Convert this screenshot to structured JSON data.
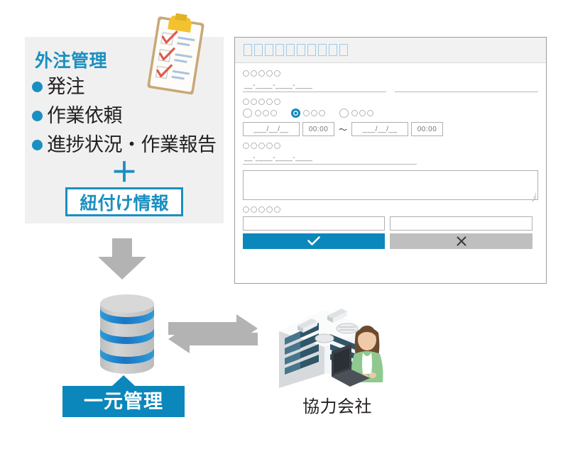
{
  "feature_panel": {
    "title": "外注管理",
    "items": [
      {
        "label": "発注",
        "bullet_icon": "bullet-dot-icon"
      },
      {
        "label": "作業依頼",
        "bullet_icon": "bullet-dot-icon"
      },
      {
        "label": "進捗状況・作業報告",
        "bullet_icon": "bullet-dot-icon"
      }
    ],
    "plus_sign": "＋",
    "link_info_label": "紐付け情報",
    "accent_color": "#1a8fc1",
    "background_color": "#f0f0f0"
  },
  "clipboard": {
    "icon": "clipboard-checklist-icon",
    "clip_color": "#f2c230",
    "check_color": "#e05a4a",
    "line_color": "#a9c4dd"
  },
  "flow_arrow": {
    "icon": "arrow-down-icon",
    "color": "#b3b3b3"
  },
  "form_window": {
    "title_glyph_count": 10,
    "title_glyph_color": "#9ecbe8",
    "titlebar_color": "#f2f2f2",
    "border_color": "#9e9e9e",
    "label_glyph_count": 5,
    "label_glyph_color": "#b4b4b4",
    "fields": [
      {
        "name": "reference-field",
        "label_glyphs": 5,
        "inputs": [
          {
            "name": "reference-input-left",
            "type": "underline",
            "value": "",
            "placeholder": "__-____-____-____"
          },
          {
            "name": "reference-input-right",
            "type": "underline",
            "value": "",
            "placeholder": ""
          }
        ]
      },
      {
        "name": "schedule-field",
        "label_glyphs": 5,
        "radio_groups": [
          {
            "name": "radio-option-1",
            "selected": false,
            "glyphs": 3
          },
          {
            "name": "radio-option-2",
            "selected": true,
            "glyphs": 3
          },
          {
            "name": "radio-option-3",
            "selected": false,
            "glyphs": 3
          }
        ],
        "start_date": "___/__/__",
        "start_time": "00:00",
        "range_separator": "～",
        "end_date": "___/__/__",
        "end_time": "00:00"
      },
      {
        "name": "detail-field",
        "label_glyphs": 5,
        "inputs": [
          {
            "name": "detail-input",
            "type": "underline",
            "value": "",
            "placeholder": "__-____-____-____"
          }
        ],
        "textarea": {
          "name": "notes-textarea",
          "value": "",
          "resizable": true
        }
      },
      {
        "name": "assignee-field",
        "label_glyphs": 5,
        "inputs": [
          {
            "name": "assignee-input-left",
            "type": "boxed",
            "value": ""
          },
          {
            "name": "assignee-input-right",
            "type": "boxed",
            "value": ""
          }
        ]
      }
    ],
    "buttons": {
      "submit": {
        "icon": "check-icon",
        "color": "#0c87bb",
        "glyph": "✓"
      },
      "cancel": {
        "icon": "close-icon",
        "color": "#bfbfbf",
        "glyph": "✕"
      }
    }
  },
  "database": {
    "icon": "database-cylinder-icon",
    "disc_color": "#c6c6c6",
    "band_color": "#1e7fc8",
    "callout_label": "一元管理",
    "callout_color": "#0c87bb"
  },
  "exchange": {
    "icon": "bidirectional-arrows-icon",
    "color": "#b3b3b3"
  },
  "partner": {
    "icon": "office-building-worker-icon",
    "label": "協力会社",
    "building_color": "#3f5d72",
    "person_color": "#8fc98f"
  }
}
